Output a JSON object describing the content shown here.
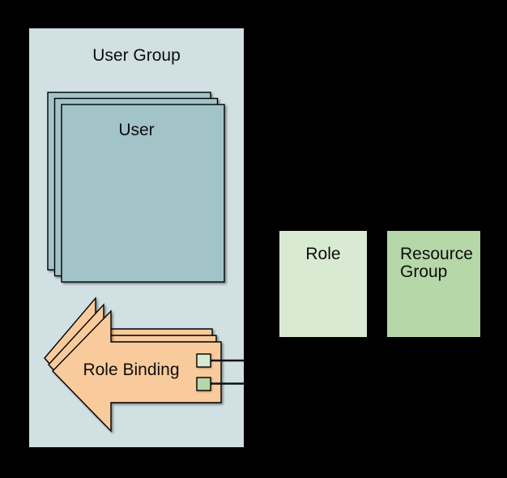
{
  "palette": {
    "background": "#000000",
    "user_group_fill": "#d0e0e3",
    "user_fill": "#a2c4c9",
    "role_binding_fill": "#f9cb9c",
    "role_fill": "#d9ead3",
    "resource_group_fill": "#b6d7a8",
    "outline": "#000000",
    "text": "#0d0d0d"
  },
  "diagram": {
    "user_group": {
      "label": "User Group"
    },
    "user": {
      "label": "User",
      "stack_count": 3
    },
    "role_binding": {
      "label": "Role Binding",
      "stack_count": 3,
      "ports": [
        {
          "color": "#d9ead3"
        },
        {
          "color": "#b6d7a8"
        }
      ],
      "connector_count": 2
    },
    "role": {
      "label": "Role"
    },
    "resource_group": {
      "label": "Resource Group"
    }
  }
}
